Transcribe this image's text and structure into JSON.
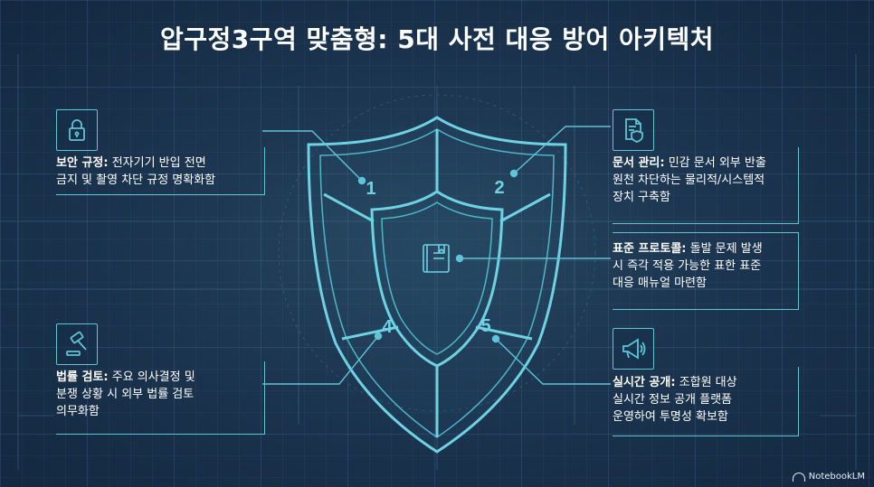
{
  "title": "압구정3구역 맞춤형: 5대 사전 대응 방어 아키텍처",
  "colors": {
    "accent": "#5fc4d6",
    "background": "#1c3550",
    "text": "#ffffff"
  },
  "shield": {
    "numbers": [
      "1",
      "2",
      "4",
      "5"
    ],
    "center_icon": "book-icon"
  },
  "items": [
    {
      "heading": "보안 규정:",
      "body_l1": " 전자기기 반입 전면",
      "body_l2": "금지 및 촬영 차단 규정 명확화함",
      "body_l3": "",
      "icon": "lock-icon"
    },
    {
      "heading": "문서 관리:",
      "body_l1": " 민감 문서 외부 반출",
      "body_l2": "원천 차단하는 물리적/시스템적",
      "body_l3": "장치 구축함",
      "icon": "secure-document-icon"
    },
    {
      "heading": "표준 프로토콜:",
      "body_l1": " 돌발 문제 발생",
      "body_l2": "시 즉각 적용 가능한 표한 표준",
      "body_l3": "대응 매뉴얼 마련함",
      "icon": ""
    },
    {
      "heading": "법률 검토:",
      "body_l1": " 주요 의사결정 및",
      "body_l2": "분쟁 상황 시 외부 법률 검토",
      "body_l3": "의무화함",
      "icon": "gavel-icon"
    },
    {
      "heading": "실시간 공개:",
      "body_l1": " 조합원 대상",
      "body_l2": "실시간 정보 공개 플랫폼",
      "body_l3": "운영하여 투명성 확보함",
      "icon": "megaphone-icon"
    }
  ],
  "brand": "NotebookLM"
}
